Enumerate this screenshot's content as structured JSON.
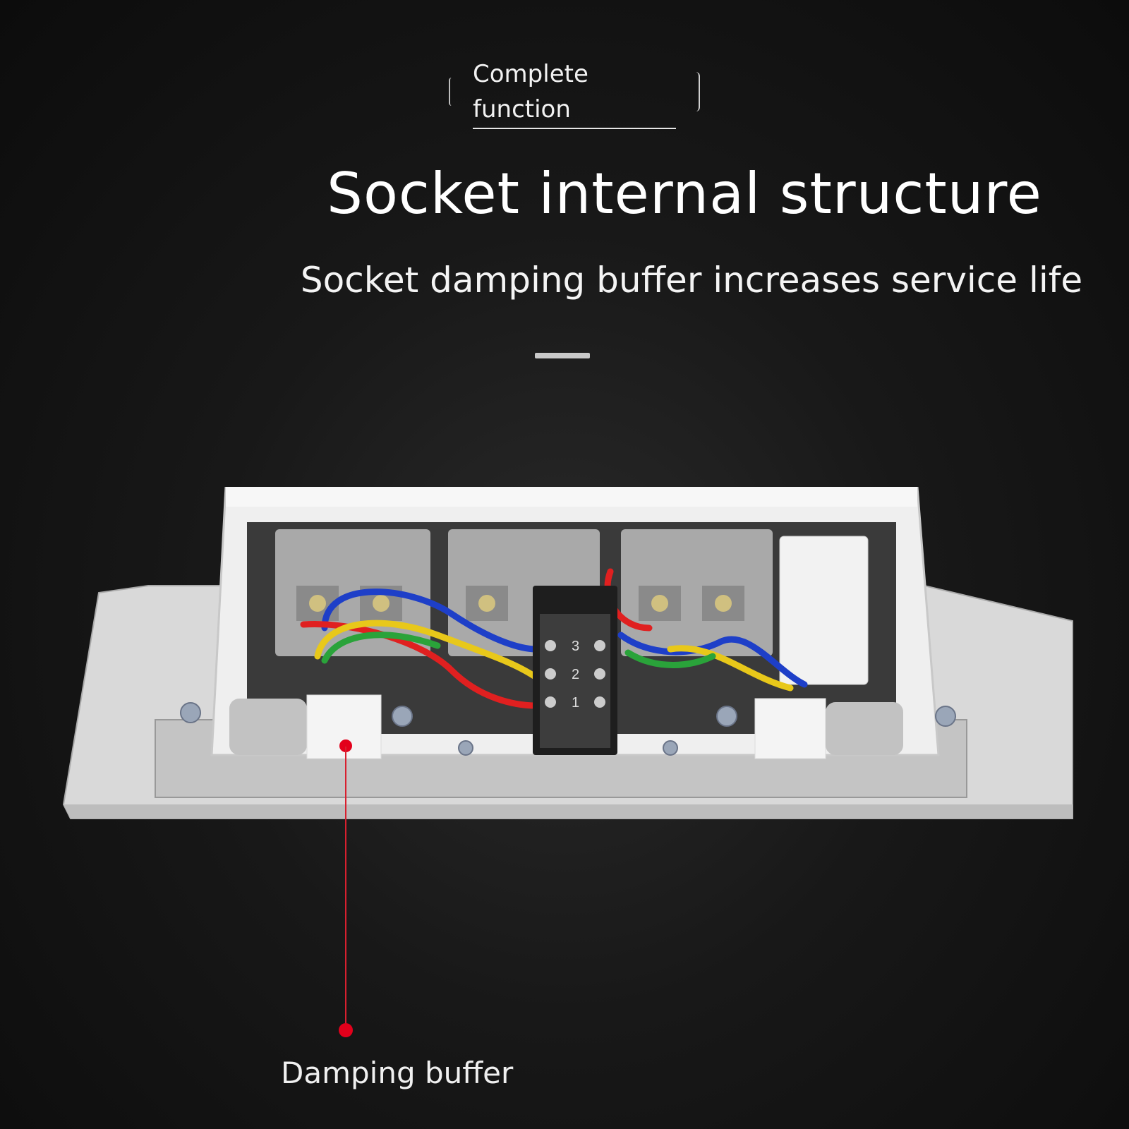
{
  "badge": {
    "text": "Complete\nfunction"
  },
  "heading": {
    "title": "Socket internal structure",
    "subtitle": "Socket damping buffer increases service life"
  },
  "callout": {
    "label": "Damping buffer",
    "color": "#e3001b"
  },
  "terminal_block": {
    "labels": [
      "3",
      "2",
      "1"
    ]
  },
  "wire_colors": {
    "live": "#e02020",
    "neutral": "#1e3fc8",
    "earth_yellow": "#e8c81a",
    "earth_green": "#2aa33a"
  }
}
